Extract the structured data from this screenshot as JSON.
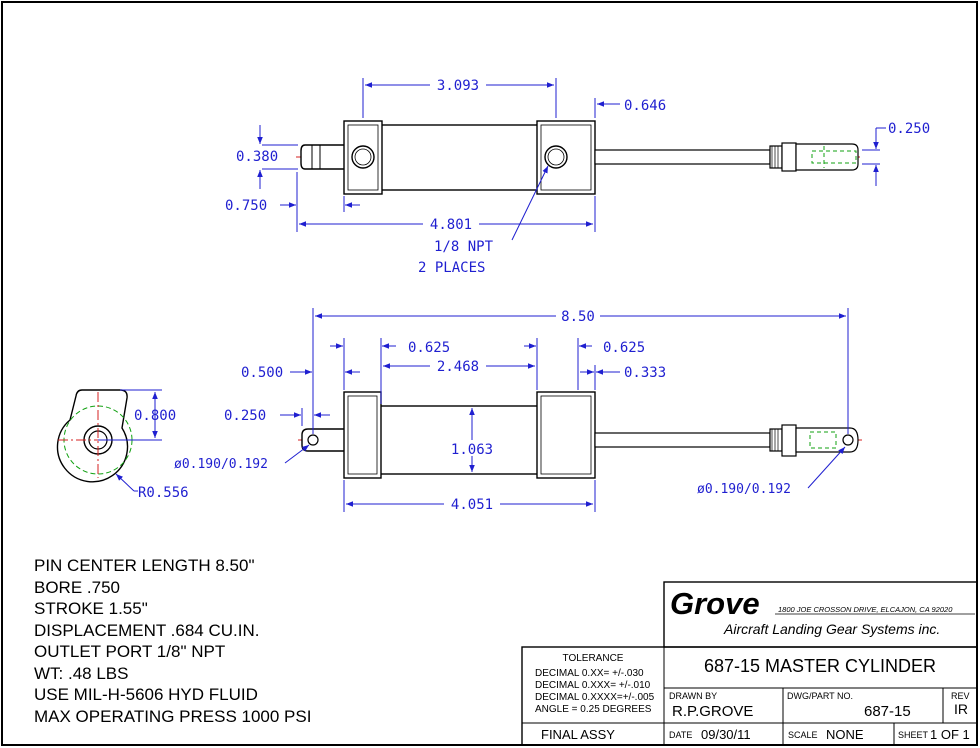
{
  "top_view": {
    "dim_length_body": "3.093",
    "dim_rod_offset": "0.646",
    "dim_clevis_slot": "0.250",
    "dim_boss": "0.380",
    "dim_boss_height": "0.750",
    "dim_overall": "4.801",
    "port_note_line1": "1/8 NPT",
    "port_note_line2": "2 PLACES"
  },
  "side_view": {
    "dim_overall": "8.50",
    "dim_left_flange": "0.625",
    "dim_right_flange": "0.625",
    "dim_between": "2.468",
    "dim_end_offset": "0.500",
    "dim_rod_step": "0.333",
    "dim_pin_offset": "0.250",
    "dim_body_dia": "1.063",
    "dim_hole_left": "ø0.190/0.192",
    "dim_hole_right": "ø0.190/0.192",
    "dim_body_length": "4.051"
  },
  "end_view": {
    "dim_height": "0.800",
    "dim_radius": "R0.556"
  },
  "notes": [
    "PIN CENTER LENGTH 8.50\"",
    "BORE .750",
    "STROKE 1.55\"",
    "DISPLACEMENT .684 CU.IN.",
    "OUTLET PORT 1/8\" NPT",
    "WT: .48 LBS",
    "USE MIL-H-5606 HYD FLUID",
    "MAX OPERATING PRESS 1000 PSI"
  ],
  "title_block": {
    "company": "Grove",
    "address": "1800 JOE CROSSON DRIVE, ELCAJON, CA 92020",
    "division": "Aircraft Landing Gear Systems inc.",
    "tolerance_title": "TOLERANCE",
    "tolerance_lines": [
      "DECIMAL 0.XX=  +/-.030",
      "DECIMAL 0.XXX= +/-.010",
      "DECIMAL 0.XXXX=+/-.005",
      "ANGLE = 0.25 DEGREES"
    ],
    "title": "687-15 MASTER CYLINDER",
    "drawn_by_label": "DRAWN BY",
    "drawn_by": "R.P.GROVE",
    "dwg_label": "DWG/PART NO.",
    "dwg_no": "687-15",
    "rev_label": "REV",
    "rev": "IR",
    "assy": "FINAL ASSY",
    "date_label": "DATE",
    "date": "09/30/11",
    "scale_label": "SCALE",
    "scale": "NONE",
    "sheet_label": "SHEET",
    "sheet": "1 OF 1"
  },
  "colors": {
    "outline": "#000000",
    "dimension": "#1f1fd0",
    "centerline": "#d42020",
    "hidden": "#10a010"
  }
}
